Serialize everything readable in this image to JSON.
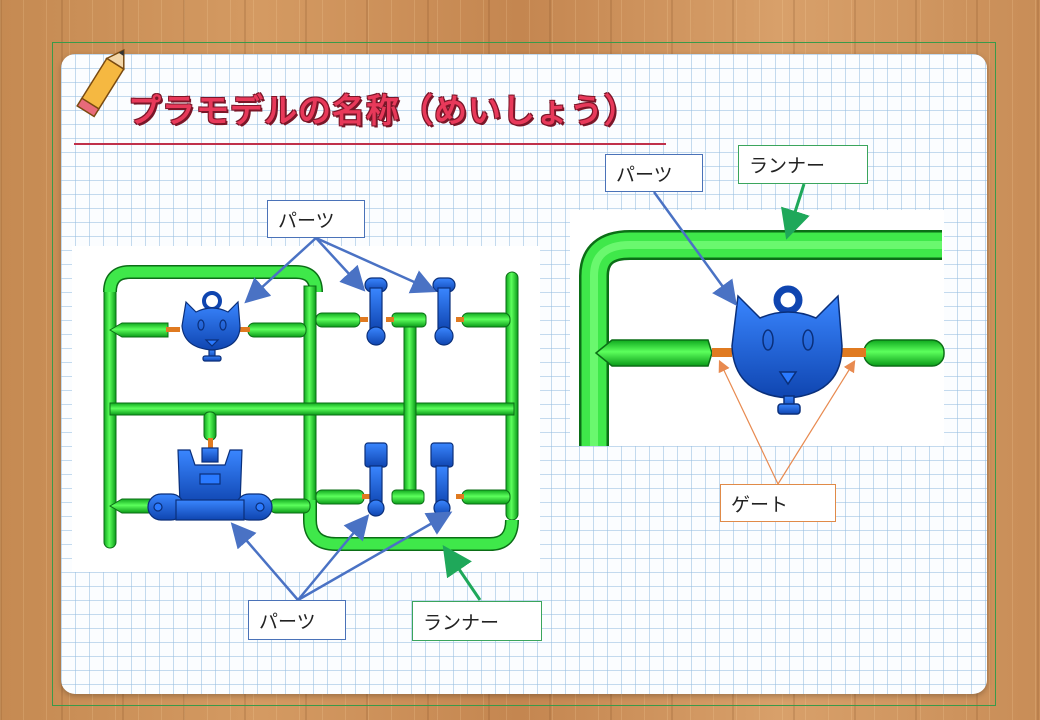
{
  "title": "プラモデルの名称（めいしょう）",
  "labels": {
    "parts_top_left": "パーツ",
    "parts_bottom_left": "パーツ",
    "runner_bottom_left": "ランナー",
    "parts_right": "パーツ",
    "runner_right": "ランナー",
    "gate_right": "ゲート"
  },
  "colors": {
    "runner": "#22dd33",
    "part": "#1a5fd6",
    "gate": "#e07a20",
    "arrow_parts": "#4a72c4",
    "arrow_runner": "#1fa85a",
    "arrow_gate": "#e88a50",
    "title": "#e8395a"
  }
}
